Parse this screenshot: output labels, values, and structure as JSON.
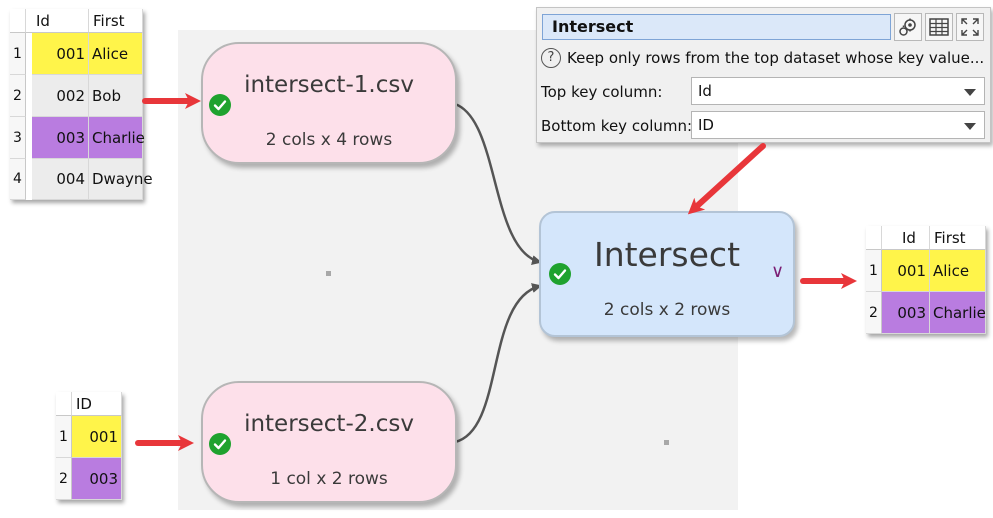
{
  "table_input1": {
    "headers": [
      "Id",
      "First"
    ],
    "rows": [
      {
        "n": "1",
        "id": "001",
        "first": "Alice",
        "color": "yellow"
      },
      {
        "n": "2",
        "id": "002",
        "first": "Bob",
        "color": "gray"
      },
      {
        "n": "3",
        "id": "003",
        "first": "Charlie",
        "color": "purple"
      },
      {
        "n": "4",
        "id": "004",
        "first": "Dwayne",
        "color": "gray"
      }
    ]
  },
  "table_input2": {
    "headers": [
      "ID"
    ],
    "rows": [
      {
        "n": "1",
        "id": "001",
        "color": "yellow"
      },
      {
        "n": "2",
        "id": "003",
        "color": "purple"
      }
    ]
  },
  "table_output": {
    "headers": [
      "Id",
      "First"
    ],
    "rows": [
      {
        "n": "1",
        "id": "001",
        "first": "Alice",
        "color": "yellow"
      },
      {
        "n": "2",
        "id": "003",
        "first": "Charlie",
        "color": "purple"
      }
    ]
  },
  "nodes": {
    "input1": {
      "title": "intersect-1.csv",
      "sub": "2 cols x 4 rows"
    },
    "input2": {
      "title": "intersect-2.csv",
      "sub": "1 col x 2 rows"
    },
    "intersect": {
      "title": "Intersect",
      "sub": "2 cols x 2 rows",
      "chevron": "∨"
    }
  },
  "panel": {
    "name": "Intersect",
    "description": "Keep only rows from the top dataset whose key value...",
    "top_key_label": "Top key column:",
    "top_key_value": "Id",
    "bottom_key_label": "Bottom key column:",
    "bottom_key_value": "ID",
    "icons": [
      "gears-icon",
      "table-icon",
      "expand-icon"
    ]
  },
  "colors": {
    "node_pink": "#fde0ea",
    "node_blue": "#d4e6fb",
    "arrow_red": "#e8363a",
    "highlight_yellow": "#fff44a",
    "highlight_purple": "#b97ce0",
    "check_green": "#1fa22e"
  }
}
